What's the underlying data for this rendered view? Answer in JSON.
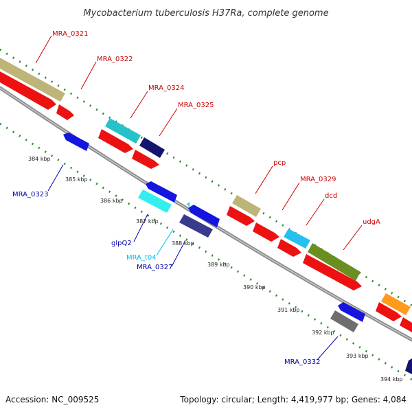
{
  "title": "Mycobacterium tuberculosis H37Ra, complete genome",
  "footer": {
    "accession": "Accession: NC_009525",
    "stats": "Topology: circular; Length: 4,419,977 bp; Genes: 4,084"
  },
  "colors": {
    "backbone": "#8c8c8c",
    "tick_marks": "#2e8b2e",
    "label_red": "#cc0000",
    "label_blue": "#0000aa",
    "label_cyan": "#00bbee"
  },
  "ticks": [
    {
      "label": "384 kbp"
    },
    {
      "label": "385 kbp"
    },
    {
      "label": "386 kbp"
    },
    {
      "label": "387 kbp"
    },
    {
      "label": "388 kbp"
    },
    {
      "label": "389 kbp"
    },
    {
      "label": "390 kbp"
    },
    {
      "label": "391 kbp"
    },
    {
      "label": "392 kbp"
    },
    {
      "label": "393 kbp"
    },
    {
      "label": "394 kbp"
    }
  ],
  "gene_labels": [
    {
      "text": "MRA_0321",
      "color": "#cc0000"
    },
    {
      "text": "MRA_0322",
      "color": "#cc0000"
    },
    {
      "text": "MRA_0324",
      "color": "#cc0000"
    },
    {
      "text": "MRA_0325",
      "color": "#cc0000"
    },
    {
      "text": "MRA_0323",
      "color": "#0000aa"
    },
    {
      "text": "pcp",
      "color": "#cc0000"
    },
    {
      "text": "MRA_0329",
      "color": "#cc0000"
    },
    {
      "text": "dcd",
      "color": "#cc0000"
    },
    {
      "text": "udgA",
      "color": "#cc0000"
    },
    {
      "text": "glpQ2",
      "color": "#0000aa"
    },
    {
      "text": "MRA_t04",
      "color": "#00bbee"
    },
    {
      "text": "MRA_0327",
      "color": "#0000aa"
    },
    {
      "text": "MRA_0332",
      "color": "#0000aa"
    }
  ]
}
